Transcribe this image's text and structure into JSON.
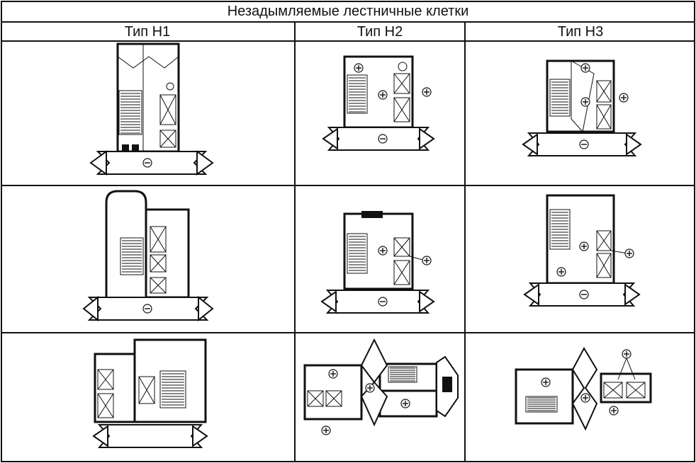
{
  "table": {
    "title": "Незадымляемые лестничные клетки",
    "columns": [
      "Тип Н1",
      "Тип Н2",
      "Тип Н3"
    ]
  },
  "symbols": {
    "plus": "⊕",
    "minus": "⊖"
  },
  "colors": {
    "line": "#111111",
    "background": "#ffffff"
  }
}
